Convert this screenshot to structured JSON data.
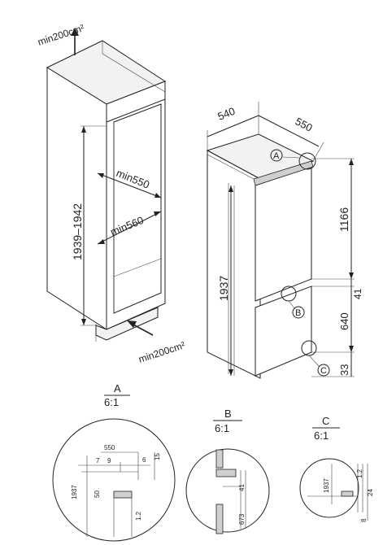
{
  "cabinet": {
    "vent_top": "min200cm²",
    "vent_bottom": "min200cm²",
    "height_range": "1939–1942",
    "min_depth_upper": "min550",
    "min_depth_lower": "min560"
  },
  "appliance": {
    "width": "540",
    "depth": "550",
    "height": "1937",
    "upper_section": "1166",
    "gap": "41",
    "lower_section": "640",
    "bottom": "33",
    "callout_a": "A",
    "callout_b": "B",
    "callout_c": "C"
  },
  "details": {
    "a": {
      "label": "A",
      "scale": "6:1",
      "dim_550": "550",
      "dim_7": "7",
      "dim_9": "9",
      "dim_6": "6",
      "dim_15": "15",
      "dim_1937": "1937",
      "dim_50": "50",
      "dim_12": "1.2"
    },
    "b": {
      "label": "B",
      "scale": "6:1",
      "dim_41": "41",
      "dim_673": "673"
    },
    "c": {
      "label": "C",
      "scale": "6:1",
      "dim_1937": "1937",
      "dim_12": "1.2",
      "dim_24": "24",
      "dim_8": "8"
    }
  }
}
